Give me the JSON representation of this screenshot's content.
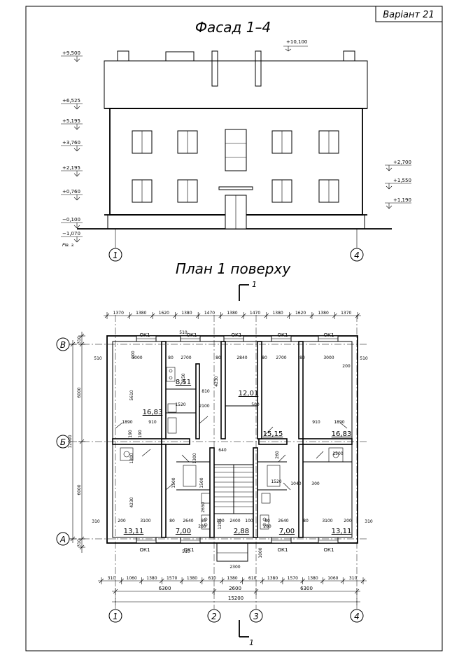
{
  "variant": "Варіант 21",
  "facade": {
    "title": "Фасад 1–4",
    "levels_left": [
      "+9,500",
      "+6,525",
      "+5,195",
      "+3,760",
      "+2,195",
      "+0,760",
      "−0,100",
      "−1,070"
    ],
    "ground_note": "Рів. з.",
    "top_level": "+10,100",
    "levels_right": [
      "+2,700",
      "+1,550",
      "+1,190"
    ],
    "axes": [
      "1",
      "4"
    ]
  },
  "plan": {
    "title": "План 1 поверху",
    "section_label": "1",
    "row_axes": [
      "В",
      "Б",
      "А"
    ],
    "col_axes": [
      "1",
      "2",
      "3",
      "4"
    ],
    "top_dims": [
      "1370",
      "1380",
      "1620",
      "1380",
      "1470",
      "1380",
      "1470",
      "1380",
      "1620",
      "1380",
      "1370"
    ],
    "bottom_dims": [
      "310",
      "1060",
      "1380",
      "1570",
      "1380",
      "610",
      "1380",
      "610",
      "1380",
      "1570",
      "1380",
      "1060",
      "310"
    ],
    "bottom_small": [
      "910",
      "910"
    ],
    "span_dims": [
      "6300",
      "2600",
      "6300"
    ],
    "overall_width": "15200",
    "left_dims": [
      "310",
      "6000",
      "12000",
      "6000",
      "310"
    ],
    "window_label": "ОК1",
    "room_areas": [
      "8,51",
      "12,01",
      "16,83",
      "15,15",
      "16,83",
      "13,11",
      "7,00",
      "2,88",
      "7,00",
      "13,11"
    ],
    "room_dims_top": [
      "3000",
      "80",
      "2700",
      "80",
      "2840",
      "80",
      "2700",
      "80",
      "3000"
    ],
    "room_dims_bottom": [
      "200",
      "3100",
      "80",
      "2640",
      "80",
      "100",
      "2400",
      "100",
      "80",
      "2640",
      "80",
      "3100",
      "200"
    ],
    "misc_dims": [
      "510",
      "510",
      "510",
      "510",
      "310",
      "310",
      "200",
      "200",
      "5610",
      "3150",
      "4230",
      "1890",
      "1890",
      "910",
      "910",
      "1300",
      "1300",
      "1520",
      "1520",
      "2100",
      "810",
      "500",
      "640",
      "260",
      "1040",
      "300",
      "1500",
      "1500",
      "4230",
      "2650",
      "1200",
      "2300",
      "1000",
      "280",
      "280",
      "190",
      "190",
      "1500"
    ]
  }
}
